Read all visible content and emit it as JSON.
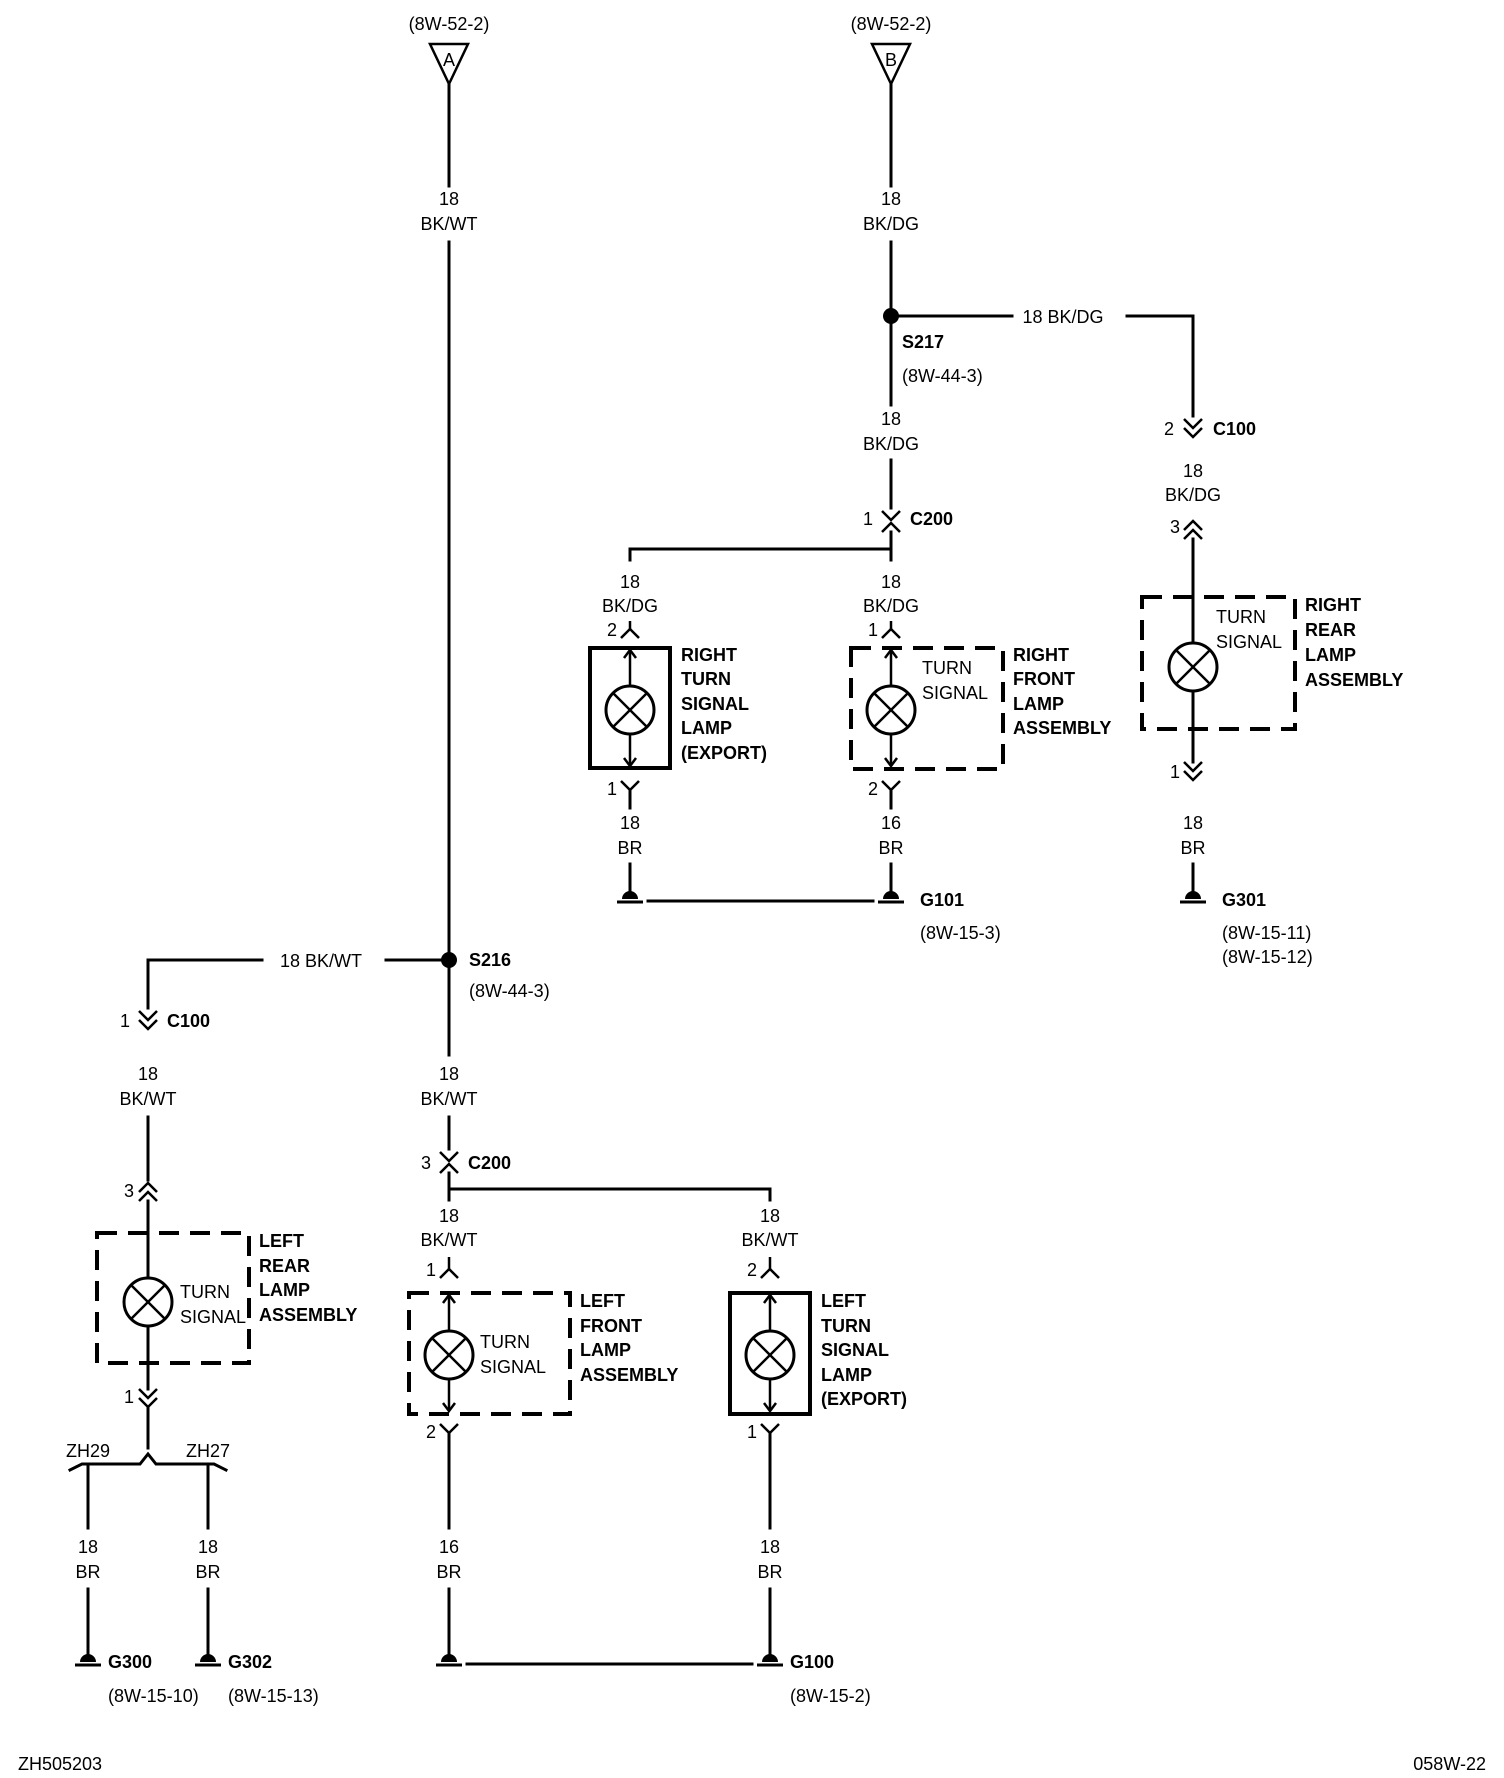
{
  "refs": {
    "ref_a": "(8W-52-2)",
    "letter_a": "A",
    "ref_b": "(8W-52-2)",
    "letter_b": "B"
  },
  "wires": {
    "a_gauge": "18",
    "a_color": "BK/WT",
    "b_gauge": "18",
    "b_color": "BK/DG",
    "s217_right": "18   BK/DG",
    "s217_down_gauge": "18",
    "s217_down_color": "BK/DG",
    "rr_gauge": "18",
    "rr_color": "BK/DG",
    "rtexp_gauge": "18",
    "rtexp_color": "BK/DG",
    "rf_gauge": "18",
    "rf_color": "BK/DG",
    "rtexp_gnd_gauge": "18",
    "rtexp_gnd_color": "BR",
    "rf_gnd_gauge": "16",
    "rf_gnd_color": "BR",
    "rr_gnd_gauge": "18",
    "rr_gnd_color": "BR",
    "s216_left": "18   BK/WT",
    "lr_gauge": "18",
    "lr_color": "BK/WT",
    "s216_down_gauge": "18",
    "s216_down_color": "BK/WT",
    "lf_gauge": "18",
    "lf_color": "BK/WT",
    "ltexp_gauge": "18",
    "ltexp_color": "BK/WT",
    "g300_gauge": "18",
    "g300_color": "BR",
    "g302_gauge": "18",
    "g302_color": "BR",
    "lf_gnd_gauge": "16",
    "lf_gnd_color": "BR",
    "ltexp_gnd_gauge": "18",
    "ltexp_gnd_color": "BR"
  },
  "splices": {
    "s217_name": "S217",
    "s217_ref": "(8W-44-3)",
    "s216_name": "S216",
    "s216_ref": "(8W-44-3)",
    "zh29": "ZH29",
    "zh27": "ZH27"
  },
  "connectors": {
    "c100_right_pin": "2",
    "c100_right_name": "C100",
    "rr_pin_in": "3",
    "rr_pin_out": "1",
    "c200_right_pin": "1",
    "c200_right_name": "C200",
    "rtexp_pin_in": "2",
    "rtexp_pin_out": "1",
    "rf_pin_in": "1",
    "rf_pin_out": "2",
    "c100_left_pin": "1",
    "c100_left_name": "C100",
    "lr_pin_in": "3",
    "lr_pin_out": "1",
    "c200_left_pin": "3",
    "c200_left_name": "C200",
    "lf_pin_in": "1",
    "lf_pin_out": "2",
    "ltexp_pin_in": "2",
    "ltexp_pin_out": "1"
  },
  "components": {
    "rtexp": [
      "RIGHT",
      "TURN",
      "SIGNAL",
      "LAMP",
      "(EXPORT)"
    ],
    "rf": [
      "RIGHT",
      "FRONT",
      "LAMP",
      "ASSEMBLY"
    ],
    "rr": [
      "RIGHT",
      "REAR",
      "LAMP",
      "ASSEMBLY"
    ],
    "lr": [
      "LEFT",
      "REAR",
      "LAMP",
      "ASSEMBLY"
    ],
    "lf": [
      "LEFT",
      "FRONT",
      "LAMP",
      "ASSEMBLY"
    ],
    "ltexp": [
      "LEFT",
      "TURN",
      "SIGNAL",
      "LAMP",
      "(EXPORT)"
    ],
    "turn": "TURN",
    "signal": "SIGNAL"
  },
  "grounds": {
    "g101_name": "G101",
    "g101_ref": "(8W-15-3)",
    "g301_name": "G301",
    "g301_ref1": "(8W-15-11)",
    "g301_ref2": "(8W-15-12)",
    "g300_name": "G300",
    "g300_ref": "(8W-15-10)",
    "g302_name": "G302",
    "g302_ref": "(8W-15-13)",
    "g100_name": "G100",
    "g100_ref": "(8W-15-2)"
  },
  "footer": {
    "left_code": "ZH505203",
    "right_code": "058W-22"
  }
}
